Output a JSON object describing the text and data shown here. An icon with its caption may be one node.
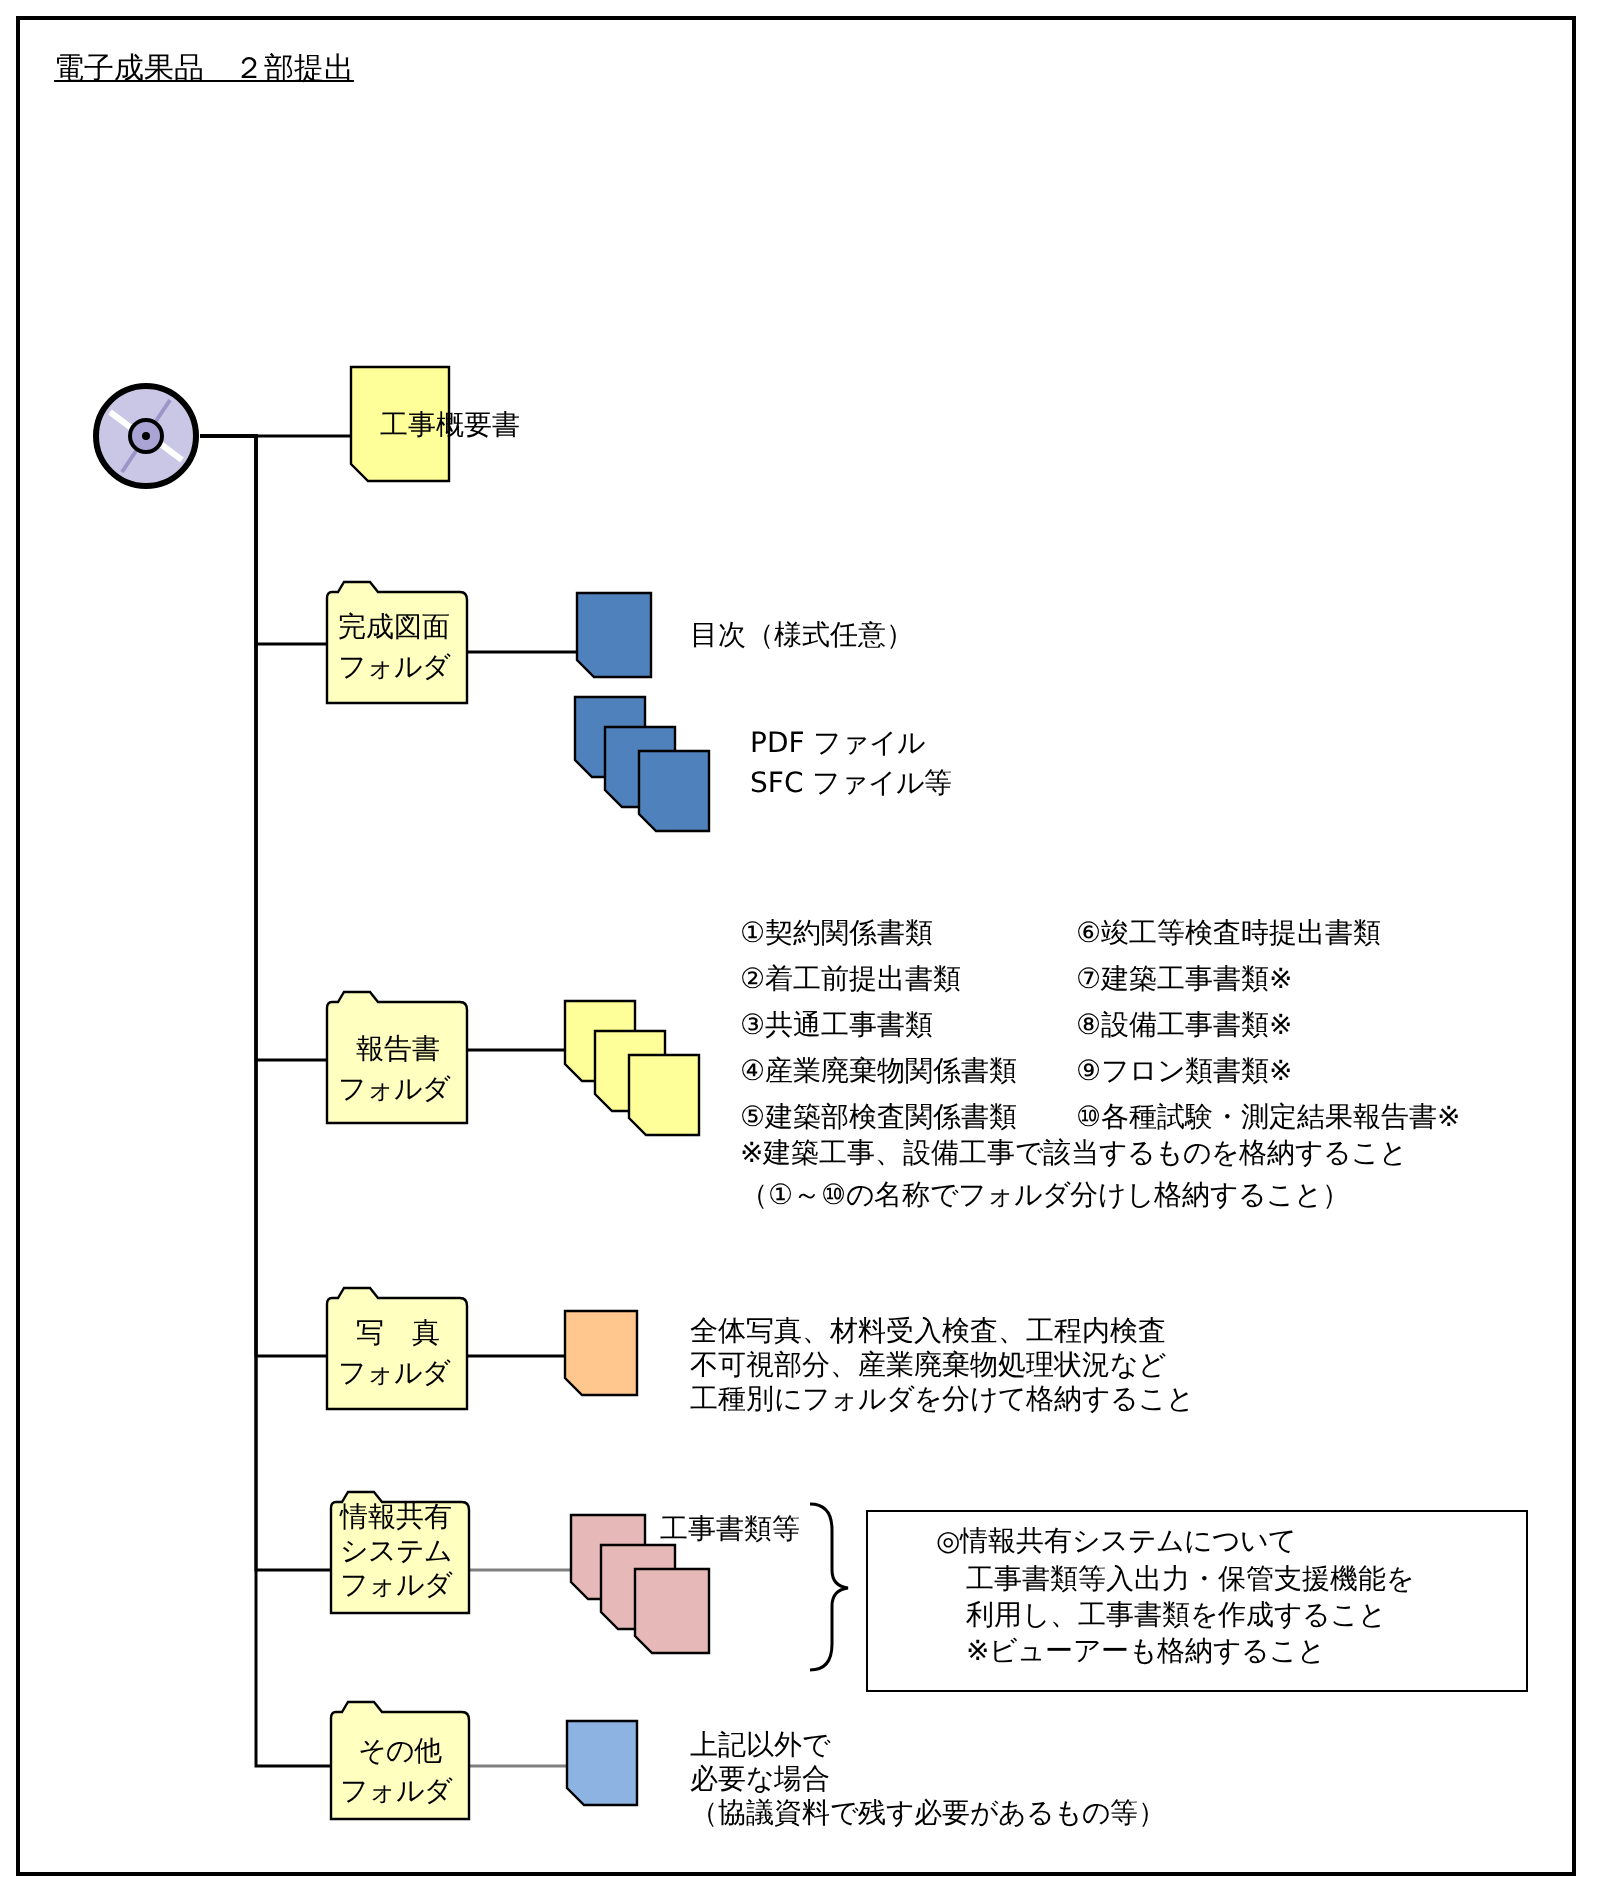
{
  "diagram": {
    "title": "電子成果品　２部提出",
    "nodes": [
      {
        "text": [],
        "shape": "picture"
      },
      {
        "text": [
          "工事概要書"
        ]
      },
      {
        "text": [
          "完成図面フォルダ"
        ]
      },
      {
        "text": [],
        "shape": "document",
        "beside": [
          "目次（様式任意）"
        ]
      },
      {
        "text": [],
        "shape": "document",
        "beside": [
          "PDF ファイル",
          "SFC ファイル等"
        ]
      },
      {
        "text": [
          "報告書フォルダ"
        ]
      },
      {
        "text": [],
        "shape": "document",
        "beside": [
          "①契約関係書類",
          "⑥竣工等検査時提出書類",
          "②着工前提出書類",
          "⑦建築工事書類※",
          "③共通工事書類",
          "⑧設備工事書類※",
          "④産業廃棄物関係書類",
          "⑨フロン類書類※",
          "⑤建築部検査関係書類",
          "⑩各種試験・測定結果報告書※",
          "※建築工事、設備工事で該当するものを格納すること",
          "（①～⑩の名称でフォルダ分けし格納すること）"
        ]
      },
      {
        "text": [
          "写　真フォルダ"
        ]
      },
      {
        "text": [],
        "shape": "document",
        "beside": [
          "全体写真、材料受入検査、工程内検査",
          "不可視部分、産業廃棄物処理状況など",
          "工種別にフォルダを分けて格納すること"
        ]
      },
      {
        "text": [
          "情報共有システムフォルダ"
        ]
      },
      {
        "text": [],
        "shape": "document",
        "beside": [
          "工事書類等"
        ]
      },
      {
        "text": [
          "◎情報共有システムについて",
          "工事書類等入出力・保管支援機能を利用し、工事書類を作成すること",
          "※ビューアーも格納すること"
        ]
      },
      {
        "text": [
          "その他フォルダ"
        ]
      },
      {
        "text": [],
        "shape": "document",
        "beside": [
          "上記以外で",
          "必要な場合",
          "（協議資料で残す必要があるもの等）"
        ]
      }
    ],
    "edges": [
      {
        "from": 0,
        "to": 1,
        "arrow": "none"
      },
      {
        "from": 0,
        "to": 2,
        "arrow": "none"
      },
      {
        "from": 0,
        "to": 5,
        "arrow": "none"
      },
      {
        "from": 0,
        "to": 7,
        "arrow": "none"
      },
      {
        "from": 0,
        "to": 9,
        "arrow": "none"
      },
      {
        "from": 0,
        "to": 12,
        "arrow": "none"
      },
      {
        "from": 2,
        "to": 3,
        "arrow": "none"
      },
      {
        "from": 5,
        "to": 6,
        "arrow": "none"
      },
      {
        "from": 7,
        "to": 8,
        "arrow": "none"
      },
      {
        "from": 9,
        "to": 10,
        "arrow": "none",
        "color": "#808080"
      },
      {
        "from": 12,
        "to": 13,
        "arrow": "none",
        "color": "#808080"
      }
    ]
  }
}
